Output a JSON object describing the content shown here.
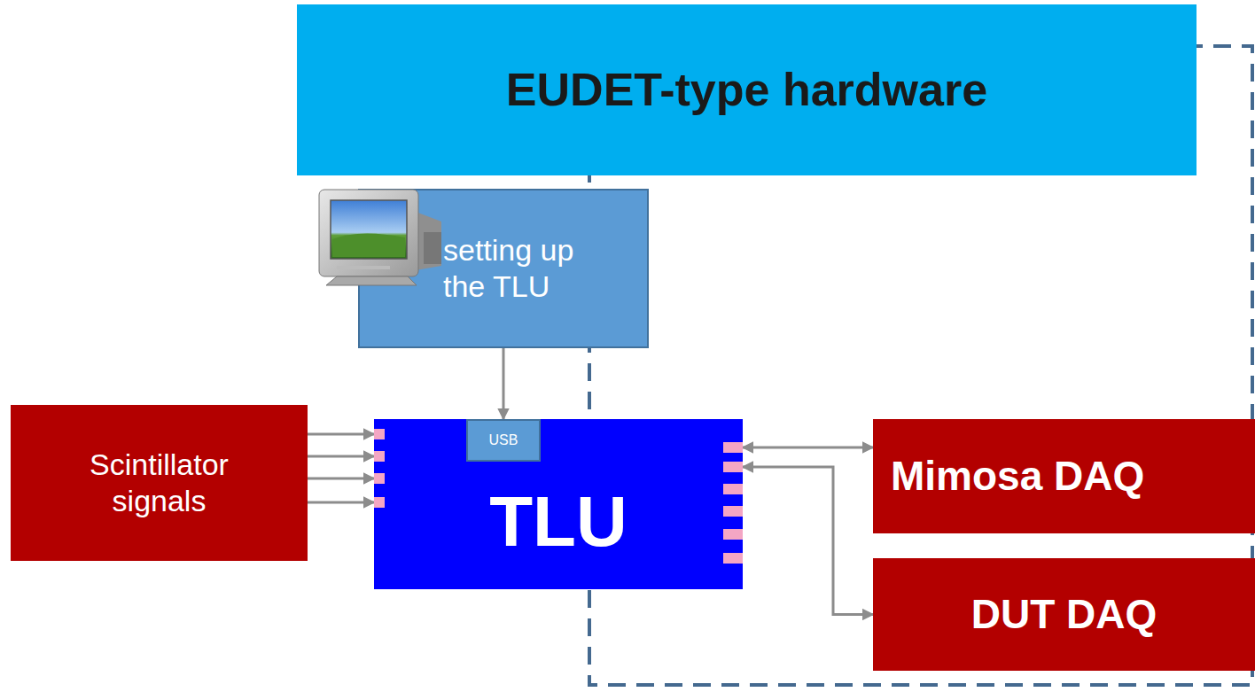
{
  "diagram": {
    "nodes": [
      {
        "text": [
          "EUDET-type hardware"
        ]
      },
      {
        "text": [
          "setting up the TLU"
        ]
      },
      {
        "text": [
          "Scintillator signals"
        ]
      },
      {
        "text": [
          "TLU"
        ]
      },
      {
        "text": [
          "USB"
        ],
        "in": 3
      },
      {
        "text": [
          "Mimosa DAQ"
        ]
      },
      {
        "text": [
          "DUT DAQ"
        ]
      }
    ],
    "edges": [
      {
        "from": 1,
        "to": 4,
        "arrow": "to"
      },
      {
        "from": 2,
        "to": 3,
        "arrow": "to"
      },
      {
        "from": 2,
        "to": 3,
        "arrow": "to"
      },
      {
        "from": 2,
        "to": 3,
        "arrow": "to"
      },
      {
        "from": 2,
        "to": 3,
        "arrow": "to"
      },
      {
        "from": 3,
        "to": 5,
        "arrow": "both"
      },
      {
        "from": 3,
        "to": 6,
        "arrow": "both"
      }
    ]
  }
}
